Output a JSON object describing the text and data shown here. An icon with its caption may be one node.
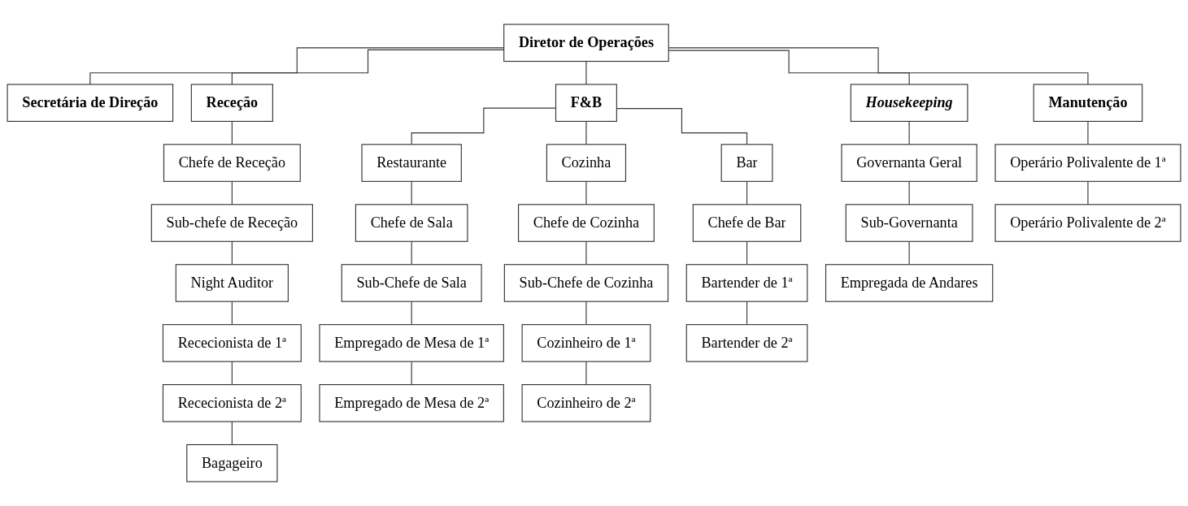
{
  "diagram": {
    "nodes": [
      {
        "text": [
          "Diretor de Operações"
        ]
      },
      {
        "text": [
          "Secretária de Direção"
        ]
      },
      {
        "text": [
          "Receção"
        ]
      },
      {
        "text": [
          "F&B"
        ]
      },
      {
        "text": [
          "Housekeeping"
        ]
      },
      {
        "text": [
          "Manutenção"
        ]
      },
      {
        "text": [
          "Chefe de Receção"
        ]
      },
      {
        "text": [
          "Sub-chefe de Receção"
        ]
      },
      {
        "text": [
          "Night Auditor"
        ]
      },
      {
        "text": [
          "Rececionista de 1ª"
        ]
      },
      {
        "text": [
          "Rececionista de 2ª"
        ]
      },
      {
        "text": [
          "Bagageiro"
        ]
      },
      {
        "text": [
          "Restaurante"
        ]
      },
      {
        "text": [
          "Cozinha"
        ]
      },
      {
        "text": [
          "Bar"
        ]
      },
      {
        "text": [
          "Chefe de Sala"
        ]
      },
      {
        "text": [
          "Sub-Chefe de Sala"
        ]
      },
      {
        "text": [
          "Empregado de Mesa de 1ª"
        ]
      },
      {
        "text": [
          "Empregado de Mesa de 2ª"
        ]
      },
      {
        "text": [
          "Chefe de Cozinha"
        ]
      },
      {
        "text": [
          "Sub-Chefe de Cozinha"
        ]
      },
      {
        "text": [
          "Cozinheiro de 1ª"
        ]
      },
      {
        "text": [
          "Cozinheiro de 2ª"
        ]
      },
      {
        "text": [
          "Chefe de Bar"
        ]
      },
      {
        "text": [
          "Bartender de 1ª"
        ]
      },
      {
        "text": [
          "Bartender de 2ª"
        ]
      },
      {
        "text": [
          "Governanta Geral"
        ]
      },
      {
        "text": [
          "Sub-Governanta"
        ]
      },
      {
        "text": [
          "Empregada de Andares"
        ]
      },
      {
        "text": [
          "Operário Polivalente de 1ª"
        ]
      },
      {
        "text": [
          "Operário Polivalente de 2ª"
        ]
      }
    ],
    "edges": [
      {
        "from": 0,
        "to": 1,
        "arrow": "none"
      },
      {
        "from": 0,
        "to": 2,
        "arrow": "none"
      },
      {
        "from": 0,
        "to": 3,
        "arrow": "none"
      },
      {
        "from": 0,
        "to": 4,
        "arrow": "none"
      },
      {
        "from": 0,
        "to": 5,
        "arrow": "none"
      },
      {
        "from": 2,
        "to": 6,
        "arrow": "none"
      },
      {
        "from": 6,
        "to": 7,
        "arrow": "none"
      },
      {
        "from": 7,
        "to": 8,
        "arrow": "none"
      },
      {
        "from": 8,
        "to": 9,
        "arrow": "none"
      },
      {
        "from": 9,
        "to": 10,
        "arrow": "none"
      },
      {
        "from": 10,
        "to": 11,
        "arrow": "none"
      },
      {
        "from": 3,
        "to": 12,
        "arrow": "none"
      },
      {
        "from": 3,
        "to": 13,
        "arrow": "none"
      },
      {
        "from": 3,
        "to": 14,
        "arrow": "none"
      },
      {
        "from": 12,
        "to": 15,
        "arrow": "none"
      },
      {
        "from": 15,
        "to": 16,
        "arrow": "none"
      },
      {
        "from": 16,
        "to": 17,
        "arrow": "none"
      },
      {
        "from": 17,
        "to": 18,
        "arrow": "none"
      },
      {
        "from": 13,
        "to": 19,
        "arrow": "none"
      },
      {
        "from": 19,
        "to": 20,
        "arrow": "none"
      },
      {
        "from": 20,
        "to": 21,
        "arrow": "none"
      },
      {
        "from": 21,
        "to": 22,
        "arrow": "none"
      },
      {
        "from": 14,
        "to": 23,
        "arrow": "none"
      },
      {
        "from": 23,
        "to": 24,
        "arrow": "none"
      },
      {
        "from": 24,
        "to": 25,
        "arrow": "none"
      },
      {
        "from": 4,
        "to": 26,
        "arrow": "none"
      },
      {
        "from": 26,
        "to": 27,
        "arrow": "none"
      },
      {
        "from": 27,
        "to": 28,
        "arrow": "none"
      },
      {
        "from": 5,
        "to": 29,
        "arrow": "none"
      },
      {
        "from": 29,
        "to": 30,
        "arrow": "none"
      }
    ]
  }
}
